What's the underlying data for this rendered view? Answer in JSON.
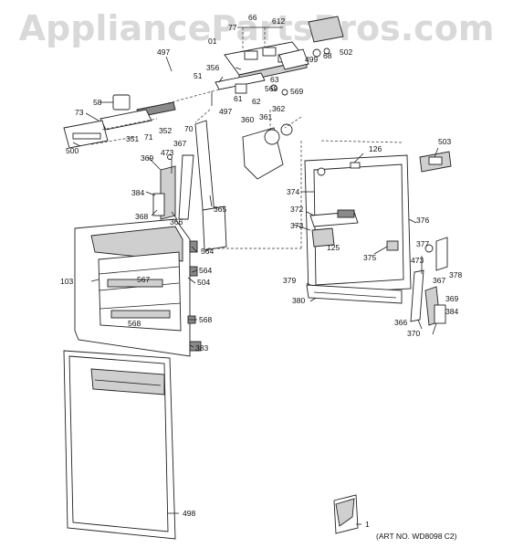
{
  "watermark": "AppliancePartsPros.com",
  "art_no": "(ART NO. WD8098 C2)",
  "callouts": {
    "c66": "66",
    "c612": "612",
    "c77": "77",
    "c01": "01",
    "c497a": "497",
    "c499": "499",
    "c68": "68",
    "c502": "502",
    "c356": "356",
    "c51": "51",
    "c63": "63",
    "c569a": "569",
    "c569b": "569",
    "c61": "61",
    "c62": "62",
    "c58": "58",
    "c497b": "497",
    "c73": "73",
    "c352": "352",
    "c71": "71",
    "c351": "351",
    "c70": "70",
    "c500": "500",
    "c360": "360",
    "c361": "361",
    "c362": "362",
    "c367a": "367",
    "c473a": "473",
    "c369a": "369",
    "c384a": "384",
    "c368": "368",
    "c366a": "366",
    "c365": "365",
    "c126": "126",
    "c503": "503",
    "c374": "374",
    "c372": "372",
    "c373": "373",
    "c125": "125",
    "c376": "376",
    "c375": "375",
    "c377": "377",
    "c473b": "473",
    "c367b": "367",
    "c378": "378",
    "c379": "379",
    "c380": "380",
    "c369b": "369",
    "c384b": "384",
    "c366b": "366",
    "c370": "370",
    "c564a": "564",
    "c564b": "564",
    "c103": "103",
    "c504": "504",
    "c567": "567",
    "c568a": "568",
    "c568b": "568",
    "c383": "383",
    "c498": "498",
    "c1": "1"
  }
}
